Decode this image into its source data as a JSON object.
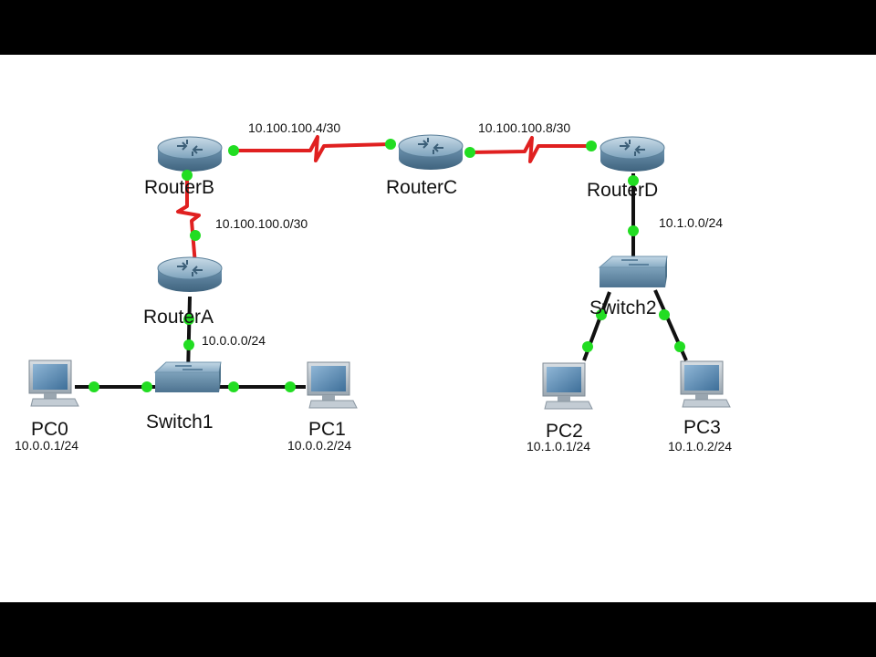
{
  "routers": {
    "routerB": "RouterB",
    "routerC": "RouterC",
    "routerD": "RouterD",
    "routerA": "RouterA"
  },
  "switches": {
    "switch1": "Switch1",
    "switch2": "Switch2"
  },
  "pcs": {
    "pc0": "PC0",
    "pc1": "PC1",
    "pc2": "PC2",
    "pc3": "PC3"
  },
  "networks": {
    "b_c": "10.100.100.4/30",
    "c_d": "10.100.100.8/30",
    "b_a": "10.100.100.0/30",
    "d_sw2": "10.1.0.0/24",
    "a_sw1": "10.0.0.0/24"
  },
  "hosts": {
    "pc0": "10.0.0.1/24",
    "pc1": "10.0.0.2/24",
    "pc2": "10.1.0.1/24",
    "pc3": "10.1.0.2/24"
  },
  "colors": {
    "serial_link": "#e02020",
    "ethernet_link": "#111111",
    "port_up": "#22dd22",
    "router_body": "#6f97b4",
    "switch_body": "#7fa3bf",
    "pc_screen": "#5f8fb6"
  }
}
